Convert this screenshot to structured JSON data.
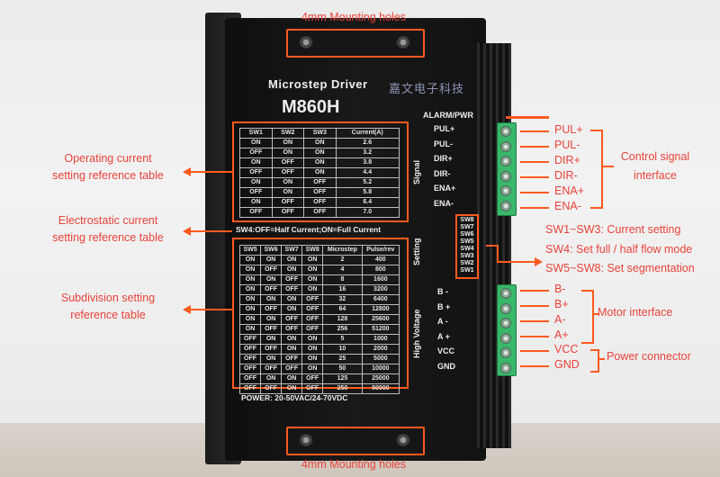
{
  "photo": {
    "mounting_top": "4mm Mounting holes",
    "mounting_bottom": "4mm Mounting holes",
    "watermark": "嘉文电子科技",
    "device_title": "Microstep Driver",
    "model": "M860H",
    "alarm_label": "ALARM/PWR",
    "signal_label": "Signal",
    "setting_label": "Setting",
    "hv_label": "High Voltage",
    "sw4_note": "SW4:OFF=Half Current;ON=Full Current",
    "power_note": "POWER: 20-50VAC/24-70VDC",
    "signal_pins": [
      "PUL+",
      "PUL-",
      "DIR+",
      "DIR-",
      "ENA+",
      "ENA-"
    ],
    "dip_labels": [
      "SW8",
      "SW7",
      "SW6",
      "SW5",
      "SW4",
      "SW3",
      "SW2",
      "SW1"
    ],
    "motor_pins": [
      "B -",
      "B +",
      "A -",
      "A +",
      "VCC",
      "GND"
    ]
  },
  "current_table": {
    "headers": [
      "SW1",
      "SW2",
      "SW3",
      "Current(A)"
    ],
    "rows": [
      [
        "ON",
        "ON",
        "ON",
        "2.6"
      ],
      [
        "OFF",
        "ON",
        "ON",
        "3.2"
      ],
      [
        "ON",
        "OFF",
        "ON",
        "3.8"
      ],
      [
        "OFF",
        "OFF",
        "ON",
        "4.4"
      ],
      [
        "ON",
        "ON",
        "OFF",
        "5.2"
      ],
      [
        "OFF",
        "ON",
        "OFF",
        "5.8"
      ],
      [
        "ON",
        "OFF",
        "OFF",
        "6.4"
      ],
      [
        "OFF",
        "OFF",
        "OFF",
        "7.0"
      ]
    ]
  },
  "micro_table": {
    "headers": [
      "SW5",
      "SW6",
      "SW7",
      "SW8",
      "Microstep",
      "Pulse/rev"
    ],
    "rows": [
      [
        "ON",
        "ON",
        "ON",
        "ON",
        "2",
        "400"
      ],
      [
        "ON",
        "OFF",
        "ON",
        "ON",
        "4",
        "800"
      ],
      [
        "ON",
        "ON",
        "OFF",
        "ON",
        "8",
        "1600"
      ],
      [
        "ON",
        "OFF",
        "OFF",
        "ON",
        "16",
        "3200"
      ],
      [
        "ON",
        "ON",
        "ON",
        "OFF",
        "32",
        "6400"
      ],
      [
        "ON",
        "OFF",
        "ON",
        "OFF",
        "64",
        "12800"
      ],
      [
        "ON",
        "ON",
        "OFF",
        "OFF",
        "128",
        "25600"
      ],
      [
        "ON",
        "OFF",
        "OFF",
        "OFF",
        "256",
        "51200"
      ],
      [
        "OFF",
        "ON",
        "ON",
        "ON",
        "5",
        "1000"
      ],
      [
        "OFF",
        "OFF",
        "ON",
        "ON",
        "10",
        "2000"
      ],
      [
        "OFF",
        "ON",
        "OFF",
        "ON",
        "25",
        "5000"
      ],
      [
        "OFF",
        "OFF",
        "OFF",
        "ON",
        "50",
        "10000"
      ],
      [
        "OFF",
        "ON",
        "ON",
        "OFF",
        "125",
        "25000"
      ],
      [
        "OFF",
        "OFF",
        "ON",
        "OFF",
        "250",
        "50000"
      ]
    ]
  },
  "annotations": {
    "operating_current": [
      "Operating current",
      "setting reference table"
    ],
    "electrostatic": [
      "Electrostatic current",
      "setting reference table"
    ],
    "subdivision": [
      "Subdivision setting",
      "reference table"
    ],
    "control_pins": [
      "PUL+",
      "PUL-",
      "DIR+",
      "DIR-",
      "ENA+",
      "ENA-"
    ],
    "control_caption": [
      "Control signal",
      "interface"
    ],
    "sw_notes": [
      "SW1~SW3: Current setting",
      "SW4: Set full / half flow mode",
      "SW5~SW8: Set segmentation"
    ],
    "motor_pins": [
      "B-",
      "B+",
      "A-",
      "A+"
    ],
    "motor_caption": "Motor interface",
    "power_pins": [
      "VCC",
      "GND"
    ],
    "power_caption": "Power connector"
  }
}
